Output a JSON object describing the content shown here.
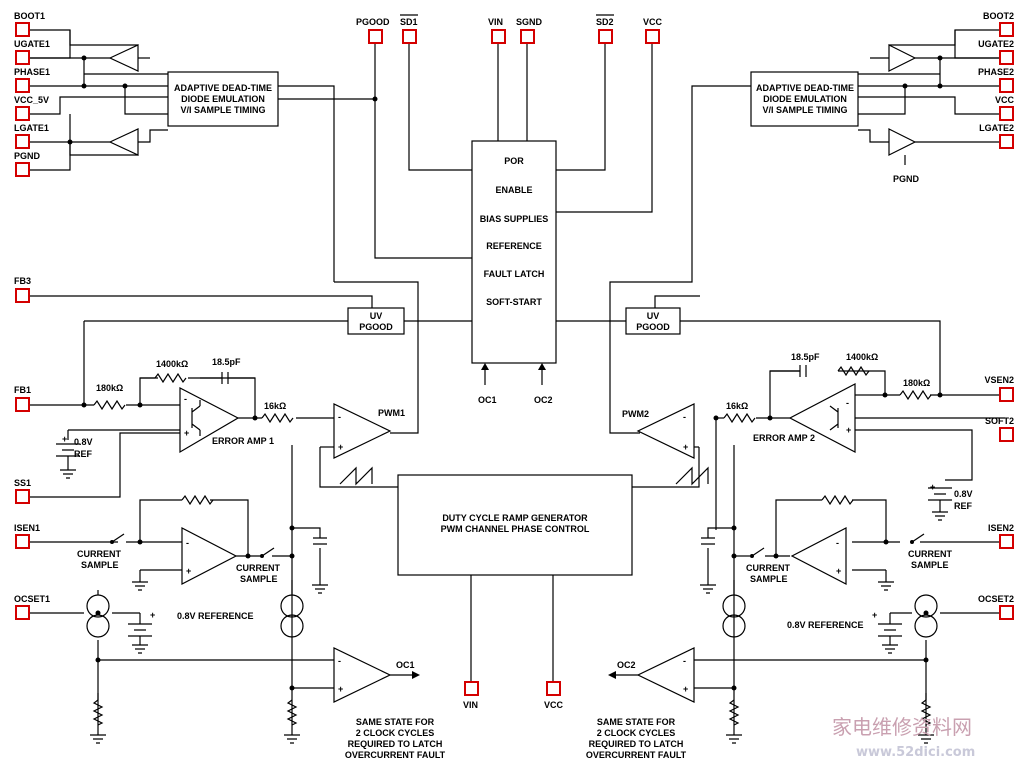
{
  "pins": {
    "boot1": "BOOT1",
    "ugate1": "UGATE1",
    "phase1": "PHASE1",
    "vcc_5v": "VCC_5V",
    "lgate1": "LGATE1",
    "pgnd_left": "PGND",
    "pgood": "PGOOD",
    "sd1": "SD1",
    "vin_top": "VIN",
    "sgnd": "SGND",
    "sd2": "SD2",
    "vcc_top": "VCC",
    "boot2": "BOOT2",
    "ugate2": "UGATE2",
    "phase2": "PHASE2",
    "vcc_right": "VCC",
    "lgate2": "LGATE2",
    "pgnd_right": "PGND",
    "fb3": "FB3",
    "fb1": "FB1",
    "ss1": "SS1",
    "isen1": "ISEN1",
    "ocset1": "OCSET1",
    "vsen2": "VSEN2",
    "soft2": "SOFT2",
    "isen2": "ISEN2",
    "ocset2": "OCSET2",
    "vin_bottom": "VIN",
    "vcc_bottom": "VCC"
  },
  "blocks": {
    "deadtime_left": [
      "ADAPTIVE DEAD-TIME",
      "DIODE EMULATION",
      "V/I SAMPLE TIMING"
    ],
    "deadtime_right": [
      "ADAPTIVE DEAD-TIME",
      "DIODE EMULATION",
      "V/I SAMPLE TIMING"
    ],
    "central": [
      "POR",
      "ENABLE",
      "BIAS SUPPLIES",
      "REFERENCE",
      "FAULT LATCH",
      "SOFT-START"
    ],
    "uv_left": [
      "UV",
      "PGOOD"
    ],
    "uv_right": [
      "UV",
      "PGOOD"
    ],
    "ramp": [
      "DUTY CYCLE RAMP GENERATOR",
      "PWM CHANNEL PHASE CONTROL"
    ]
  },
  "labels": {
    "oc1_in": "OC1",
    "oc2_in": "OC2",
    "r180_left": "180kΩ",
    "r1400_left": "1400kΩ",
    "c185_left": "18.5pF",
    "r16_left": "16kΩ",
    "r180_right": "180kΩ",
    "r1400_right": "1400kΩ",
    "c185_right": "18.5pF",
    "r16_right": "16kΩ",
    "pwm1": "PWM1",
    "pwm2": "PWM2",
    "erramp1": "ERROR AMP 1",
    "erramp2": "ERROR AMP 2",
    "ref_left": [
      "0.8V",
      "REF"
    ],
    "ref_right": [
      "0.8V",
      "REF"
    ],
    "cs_left_a": [
      "CURRENT",
      "SAMPLE"
    ],
    "cs_left_b": [
      "CURRENT",
      "SAMPLE"
    ],
    "cs_right_a": [
      "CURRENT",
      "SAMPLE"
    ],
    "cs_right_b": [
      "CURRENT",
      "SAMPLE"
    ],
    "ref08_left": "0.8V REFERENCE",
    "ref08_right": "0.8V REFERENCE",
    "oc1_out": "OC1",
    "oc2_out": "OC2",
    "note_left": [
      "SAME STATE FOR",
      "2 CLOCK CYCLES",
      "REQUIRED TO LATCH",
      "OVERCURRENT FAULT"
    ],
    "note_right": [
      "SAME STATE FOR",
      "2 CLOCK CYCLES",
      "REQUIRED TO LATCH",
      "OVERCURRENT FAULT"
    ],
    "plus": "+",
    "minus": "-"
  },
  "watermark": {
    "cn": "家电维修资料网",
    "url": "www.52dici.com"
  },
  "colors": {
    "pin_border": "#d40000",
    "line": "#000000"
  }
}
